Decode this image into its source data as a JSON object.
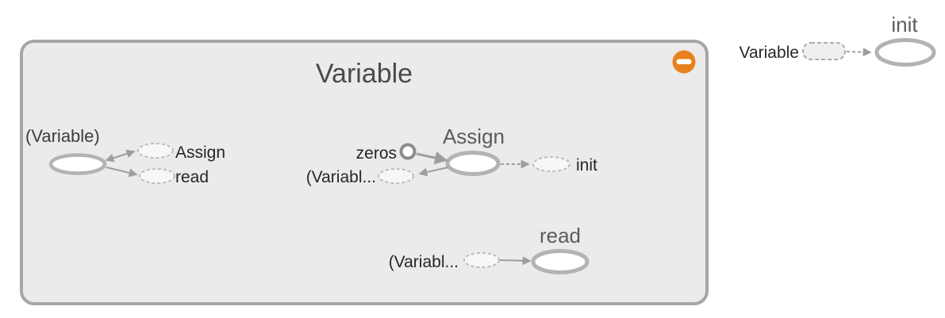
{
  "colors": {
    "canvas_background": "#ffffff",
    "group_node_fill": "#ebebeb",
    "group_node_border": "#a6a6a6",
    "node_stroke": "#b3b3b3",
    "edge": "#9e9e9e",
    "collapse_button": "#e8821e",
    "group_title_text": "#4a4a4a",
    "node_title_text": "#5c5c5c",
    "annotation_text": "#262626"
  },
  "graph": {
    "expanded_node": {
      "title": "Variable",
      "collapse_icon": "minus-circle",
      "children": {
        "variable_node": {
          "label": "(Variable)",
          "annotations": [
            {
              "label": "Assign"
            },
            {
              "label": "read"
            }
          ]
        },
        "assign_node": {
          "title": "Assign",
          "input_annotations": [
            {
              "label": "zeros"
            },
            {
              "label": "(Variabl..."
            }
          ],
          "output_annotations": [
            {
              "label": "init"
            }
          ]
        },
        "read_node": {
          "title": "read",
          "input_annotations": [
            {
              "label": "(Variabl..."
            }
          ]
        }
      }
    },
    "init_node": {
      "title": "init",
      "input_annotations": [
        {
          "label": "Variable"
        }
      ]
    }
  }
}
